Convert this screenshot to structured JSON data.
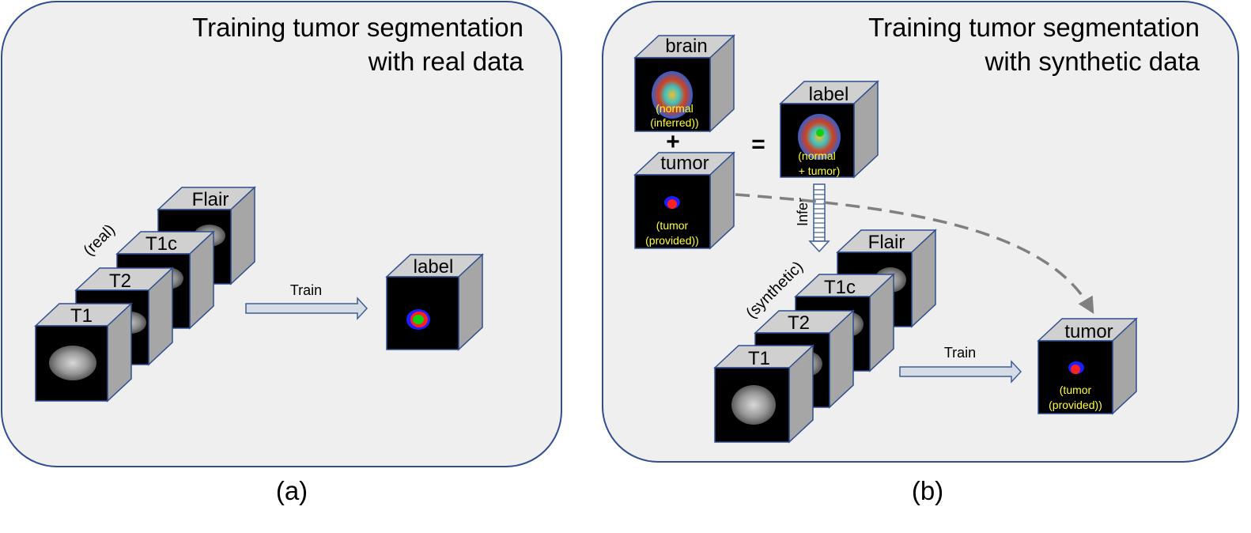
{
  "panel_a": {
    "title_line1": "Training tumor segmentation",
    "title_line2": "with real data",
    "group_label": "(real)",
    "modalities": [
      "T1",
      "T2",
      "T1c",
      "Flair"
    ],
    "arrow_label": "Train",
    "target_label": "label",
    "caption": "(a)"
  },
  "panel_b": {
    "title_line1": "Training tumor segmentation",
    "title_line2": "with synthetic data",
    "brain_label": "brain",
    "brain_note_1": "(normal",
    "brain_note_2": "(inferred))",
    "plus": "+",
    "tumor_label": "tumor",
    "tumor_note_1": "(tumor",
    "tumor_note_2": "(provided))",
    "equals": "=",
    "label_label": "label",
    "label_note_1": "(normal",
    "label_note_2": "+ tumor)",
    "infer_label": "Infer",
    "group_label": "(synthetic)",
    "modalities": [
      "T1",
      "T2",
      "T1c",
      "Flair"
    ],
    "arrow_label": "Train",
    "target_label": "tumor",
    "target_note_1": "(tumor",
    "target_note_2": "(provided))",
    "caption": "(b)"
  },
  "colors": {
    "panel_fill": "#efefef",
    "panel_stroke": "#2f4f8f",
    "cube_top": "#d0d0d0",
    "cube_side": "#a6a6a6",
    "arrow_fill": "#d6dce6",
    "arrow_stroke": "#3e5f94",
    "note_text": "#ffff33"
  }
}
